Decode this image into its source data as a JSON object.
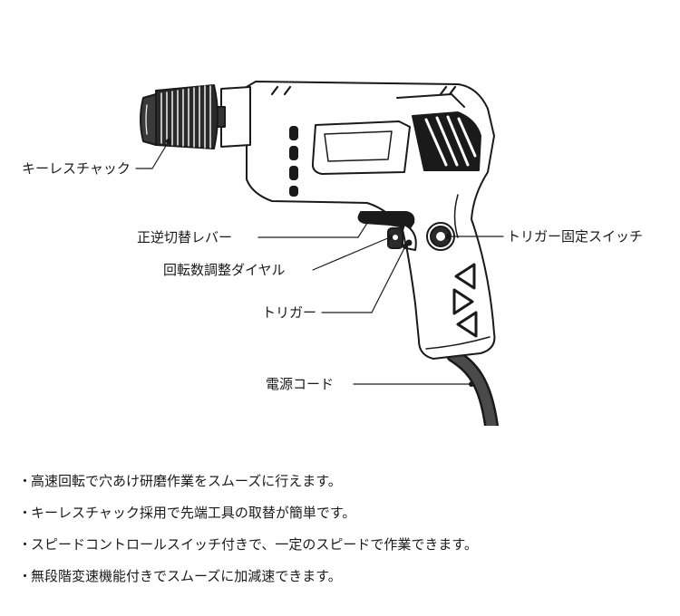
{
  "callouts": {
    "keyless_chuck": "キーレスチャック",
    "direction_lever": "正逆切替レバー",
    "speed_dial": "回転数調整ダイヤル",
    "trigger": "トリガー",
    "trigger_lock_switch": "トリガー固定スイッチ",
    "power_cord": "電源コード"
  },
  "features": {
    "bullet": "・",
    "items": [
      "高速回転で穴あけ研磨作業をスムーズに行えます。",
      "キーレスチャック採用で先端工具の取替が簡単です。",
      "スピードコントロールスイッチ付きで、一定のスピードで作業できます。",
      "無段階変速機能付きでスムーズに加減速できます。"
    ]
  }
}
